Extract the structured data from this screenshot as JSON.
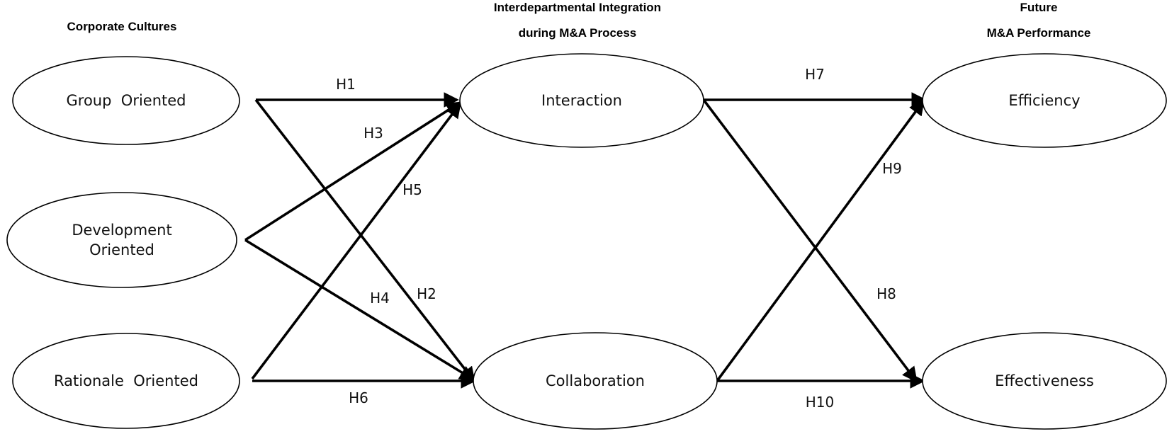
{
  "headings": {
    "cultures": "Corporate Cultures",
    "integration_line1": "Interdepartmental Integration",
    "integration_line2": "during M&A Process",
    "performance_line1": "Future",
    "performance_line2": "M&A Performance"
  },
  "nodes": {
    "group": {
      "lines": [
        "Group  Oriented"
      ]
    },
    "development": {
      "lines": [
        "Development",
        "Oriented"
      ]
    },
    "rationale": {
      "lines": [
        "Rationale  Oriented"
      ]
    },
    "interaction": {
      "lines": [
        "Interaction"
      ]
    },
    "collaboration": {
      "lines": [
        "Collaboration"
      ]
    },
    "efficiency": {
      "lines": [
        "Efficiency"
      ]
    },
    "effectiveness": {
      "lines": [
        "Effectiveness"
      ]
    }
  },
  "hypotheses": [
    {
      "id": "H1",
      "from": "group",
      "to": "interaction"
    },
    {
      "id": "H2",
      "from": "group",
      "to": "collaboration"
    },
    {
      "id": "H3",
      "from": "development",
      "to": "interaction"
    },
    {
      "id": "H4",
      "from": "development",
      "to": "collaboration"
    },
    {
      "id": "H5",
      "from": "rationale",
      "to": "interaction"
    },
    {
      "id": "H6",
      "from": "rationale",
      "to": "collaboration"
    },
    {
      "id": "H7",
      "from": "interaction",
      "to": "efficiency"
    },
    {
      "id": "H8",
      "from": "interaction",
      "to": "effectiveness"
    },
    {
      "id": "H9",
      "from": "collaboration",
      "to": "efficiency"
    },
    {
      "id": "H10",
      "from": "collaboration",
      "to": "effectiveness"
    }
  ]
}
